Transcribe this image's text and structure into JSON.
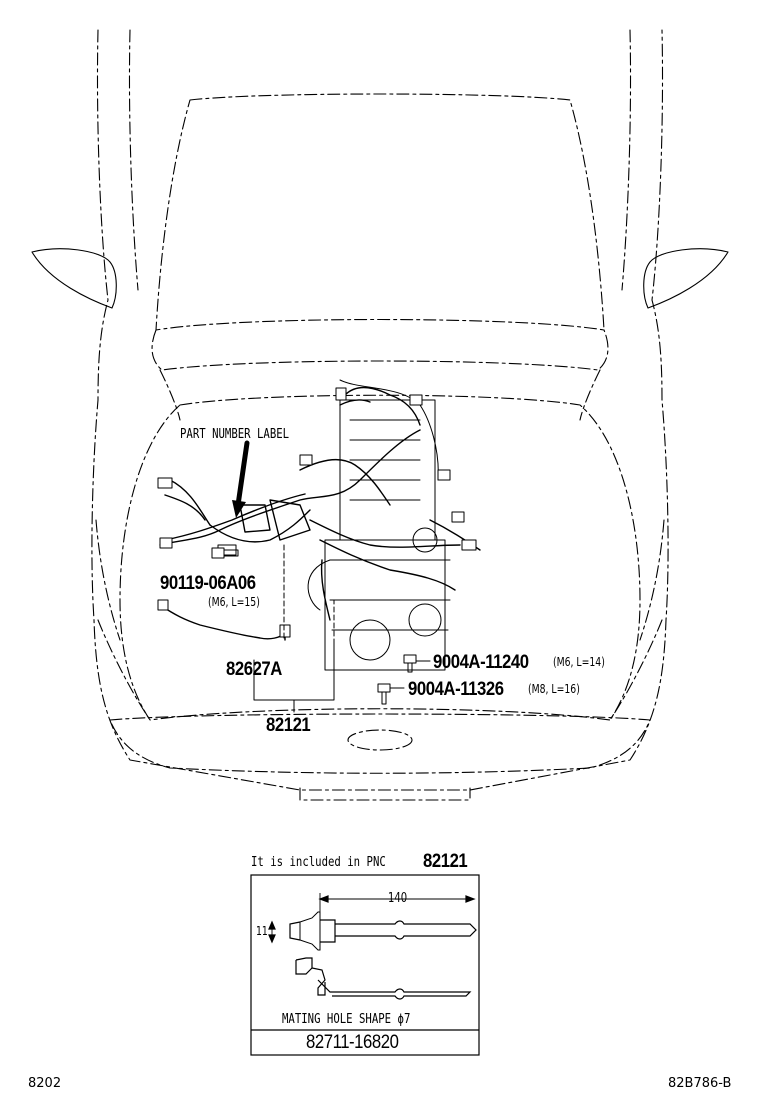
{
  "labels": {
    "part_number_label": "PART NUMBER LABEL",
    "bolt_1_pn": "90119-06A06",
    "bolt_1_spec": "(M6, L=15)",
    "wire_sub_pn": "82627A",
    "harness_pn": "82121",
    "bolt_2_pn": "9004A-11240",
    "bolt_2_spec": "(M6, L=14)",
    "bolt_3_pn": "9004A-11326",
    "bolt_3_spec": "(M8, L=16)"
  },
  "inset": {
    "caption_prefix": "It is included in PNC",
    "caption_pnc": "82121",
    "dimension_length": "140",
    "dimension_height": "11",
    "mating_hole_text": "MATING HOLE SHAPE ϕ7",
    "part_number": "82711-16820"
  },
  "footer": {
    "left_code": "8202",
    "right_code": "82B786-B"
  }
}
